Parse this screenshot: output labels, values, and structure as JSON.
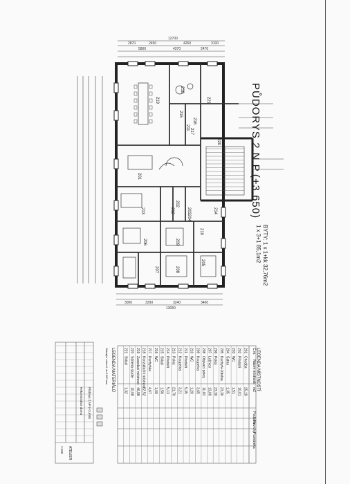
{
  "title": "PŮDORYS 2.N.P.(+3.650)",
  "apartments": [
    "BYTY:  1 x 1+kk  32,76m2",
    "1 x 3+1  85,1m2"
  ],
  "dimensions_top": [
    "12700",
    "2870",
    "2450",
    "4260",
    "3100",
    "5860",
    "4370",
    "2470"
  ],
  "dimensions_bottom": [
    "3000",
    "3290",
    "3240",
    "3460",
    "13050"
  ],
  "rooms": [
    {
      "id": "201",
      "name": "Chodba",
      "area": "25,19"
    },
    {
      "id": "202",
      "name": "Předsíň",
      "area": "10,01"
    },
    {
      "id": "203",
      "name": "WC",
      "area": "1,51"
    },
    {
      "id": "204",
      "name": "Šatna",
      "area": "1,35"
    },
    {
      "id": "205",
      "name": "Kuchyň+Jídelna",
      "area": "23,30"
    },
    {
      "id": "206",
      "name": "Pokoj",
      "area": "23,30"
    },
    {
      "id": "207",
      "name": "Ložnice",
      "area": "13,00"
    },
    {
      "id": "208",
      "name": "Obývací pokoj",
      "area": "11,00"
    },
    {
      "id": "209",
      "name": "Koupelna",
      "area": "3,65"
    },
    {
      "id": "210",
      "name": "WC",
      "area": "1,20"
    },
    {
      "id": "211",
      "name": "Předsíň",
      "area": "5,35"
    },
    {
      "id": "212",
      "name": "Koupelna",
      "area": "3,21"
    },
    {
      "id": "213",
      "name": "Pokoj",
      "area": "21,70"
    },
    {
      "id": "214",
      "name": "Předsíň",
      "area": "5,13"
    },
    {
      "id": "215",
      "name": "Sklad",
      "area": "1,56"
    },
    {
      "id": "216",
      "name": "WC",
      "area": "1,09"
    },
    {
      "id": "217",
      "name": "Kuchyňka",
      "area": "4,67"
    },
    {
      "id": "218",
      "name": "Konzultační místnost",
      "area": "22,52"
    },
    {
      "id": "219",
      "name": "Zasedací místnost",
      "area": "46,98"
    },
    {
      "id": "220",
      "name": "Sdílená studie",
      "area": "10,08"
    },
    {
      "id": "221",
      "name": "Sklad",
      "area": "1,32"
    }
  ],
  "legend_title": "LEGENDA MÍSTNOSTÍ",
  "legend_headers": [
    "Č.m.",
    "Název místnosti",
    "m2",
    "Podlaha",
    "Povrchy",
    "Poznámka"
  ],
  "materials_title": "LEGENDA MATERIÁLŮ",
  "materials_note": "Stávající zdivo tl. do 1000 mm",
  "titleblock": {
    "project": "Rekonstrukce domu",
    "drawing": "Půdorys 2.NP (+3,650)",
    "scale": "1:100",
    "company": "ATELIER"
  }
}
